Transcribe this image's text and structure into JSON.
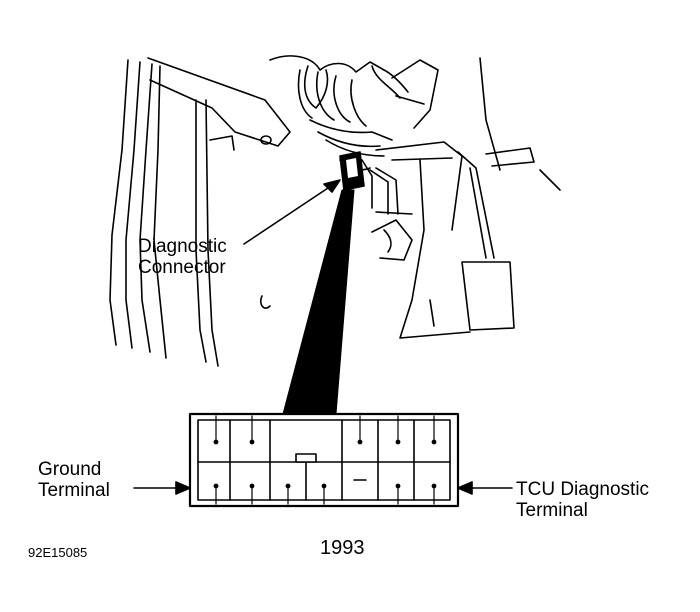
{
  "labels": {
    "diagnostic_connector": [
      "Diagnostic",
      "Connector"
    ],
    "ground_terminal": [
      "Ground",
      "Terminal"
    ],
    "tcu_diagnostic_terminal": [
      "TCU Diagnostic",
      "Terminal"
    ],
    "year": "1993",
    "figure_code": "92E15085"
  },
  "colors": {
    "ink": "#000000",
    "paper": "#ffffff"
  }
}
